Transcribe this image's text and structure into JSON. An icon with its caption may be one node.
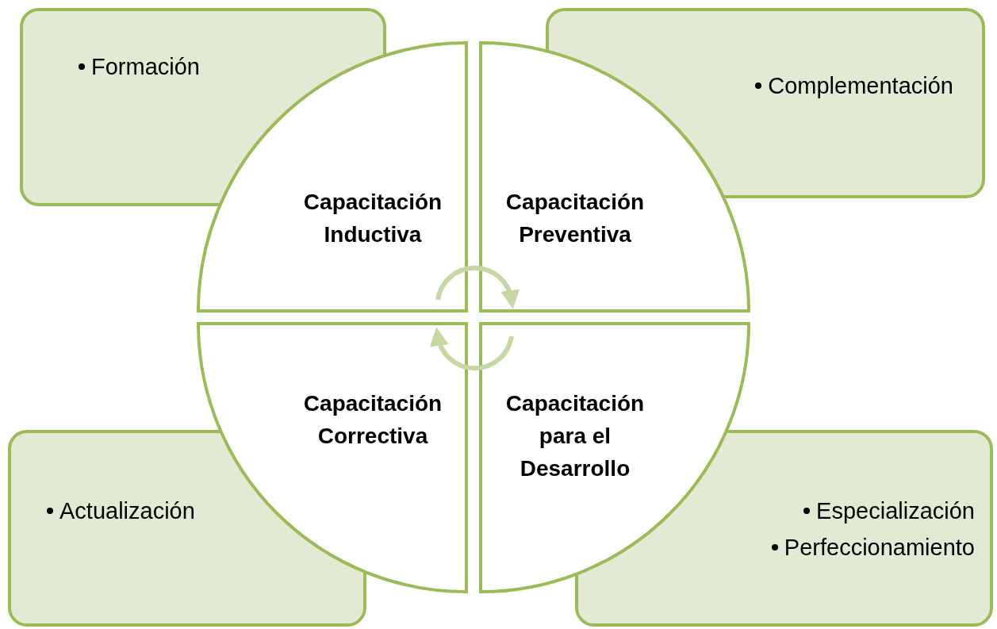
{
  "diagram": {
    "nodes": [
      {
        "text": [
          "Formación"
        ]
      },
      {
        "text": [
          "Complementación"
        ]
      },
      {
        "text": [
          "Capacitación Inductiva"
        ]
      },
      {
        "text": [
          "Capacitación Preventiva"
        ]
      },
      {
        "text": [
          "Capacitación Correctiva"
        ]
      },
      {
        "text": [
          "Capacitación para el Desarrollo"
        ]
      },
      {
        "text": [
          "Actualización"
        ]
      },
      {
        "text": [
          "Especialización",
          "Perfeccionamiento"
        ]
      }
    ],
    "edges": [
      {
        "from": 2,
        "to": 3,
        "arrow": "to",
        "color": "#c5d8a4"
      },
      {
        "from": 5,
        "to": 4,
        "arrow": "to",
        "color": "#c5d8a4"
      }
    ]
  }
}
